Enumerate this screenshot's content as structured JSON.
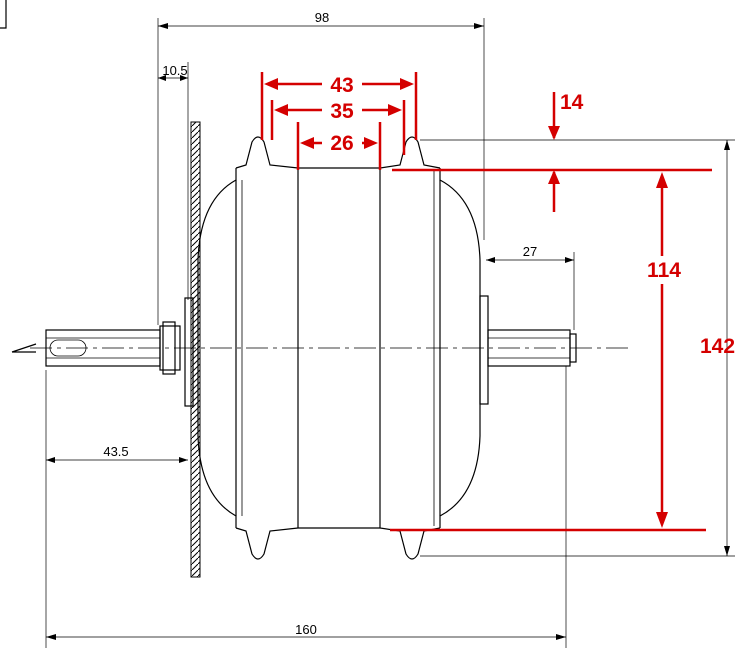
{
  "dimensions": {
    "overall_width_top": "98",
    "flange_offset": "10.5",
    "axle_right": "27",
    "axle_left": "43.5",
    "overall_width_bottom": "160"
  },
  "red_dimensions": {
    "flange_outer": "43",
    "flange_mid": "35",
    "flange_inner": "26",
    "flange_height": "14",
    "body_diameter": "114",
    "flange_diameter": "142"
  },
  "colors": {
    "annotation": "#d40000",
    "drawing": "#000000"
  }
}
